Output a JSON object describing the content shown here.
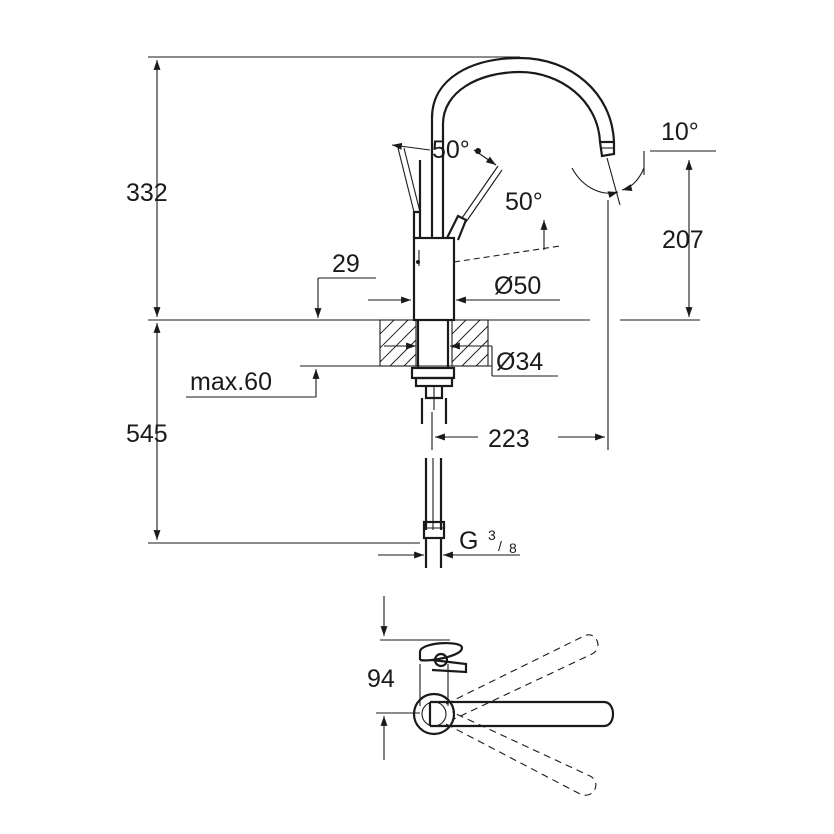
{
  "dimensions": {
    "height_above_deck": "332",
    "height_below_deck": "545",
    "spout_outlet_height": "207",
    "spout_reach": "223",
    "lever_clearance": "29",
    "base_diameter": "Ø50",
    "hole_diameter": "Ø34",
    "max_deck_thickness": "max.60",
    "thread_main": "G",
    "thread_num": "3",
    "thread_den": "8",
    "lever_angle_1": "50°",
    "lever_angle_2": "50°",
    "spout_angle": "10°",
    "plan_depth": "94"
  },
  "colors": {
    "line": "#1a1a1a",
    "background": "#ffffff"
  }
}
